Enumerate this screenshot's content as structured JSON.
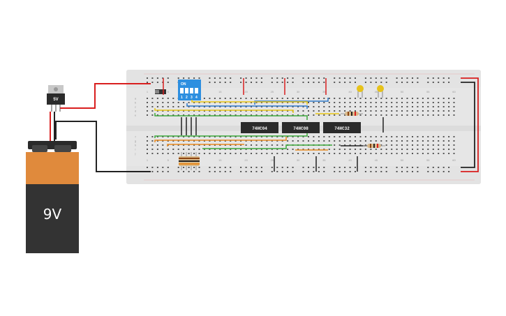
{
  "regulator": {
    "label": "5V"
  },
  "battery": {
    "label": "9V"
  },
  "dip_switch": {
    "label": "ON",
    "positions": [
      "1",
      "2",
      "3",
      "4"
    ]
  },
  "chips": [
    {
      "label": "74HC04"
    },
    {
      "label": "74HC08"
    },
    {
      "label": "74HC32"
    }
  ],
  "breadboard": {
    "column_numbers": [
      "1",
      "5",
      "10",
      "15",
      "20",
      "25",
      "30",
      "35",
      "40",
      "45",
      "50",
      "55",
      "60"
    ],
    "rows_top": [
      "a",
      "b",
      "c",
      "d",
      "e"
    ],
    "rows_bottom": [
      "f",
      "g",
      "h",
      "i",
      "j"
    ]
  },
  "colors": {
    "board": "#e6e6e6",
    "red_wire": "#d91e1e",
    "black_wire": "#222222",
    "yellow_wire": "#e8c614",
    "blue_wire": "#2e78c8",
    "green_wire": "#3ca83c",
    "orange_wire": "#e8891e",
    "chip": "#2b2b2b",
    "dip": "#2d8fe0",
    "led": "#e6c21a",
    "battery_top": "#e08a3c",
    "battery_body": "#333333"
  }
}
